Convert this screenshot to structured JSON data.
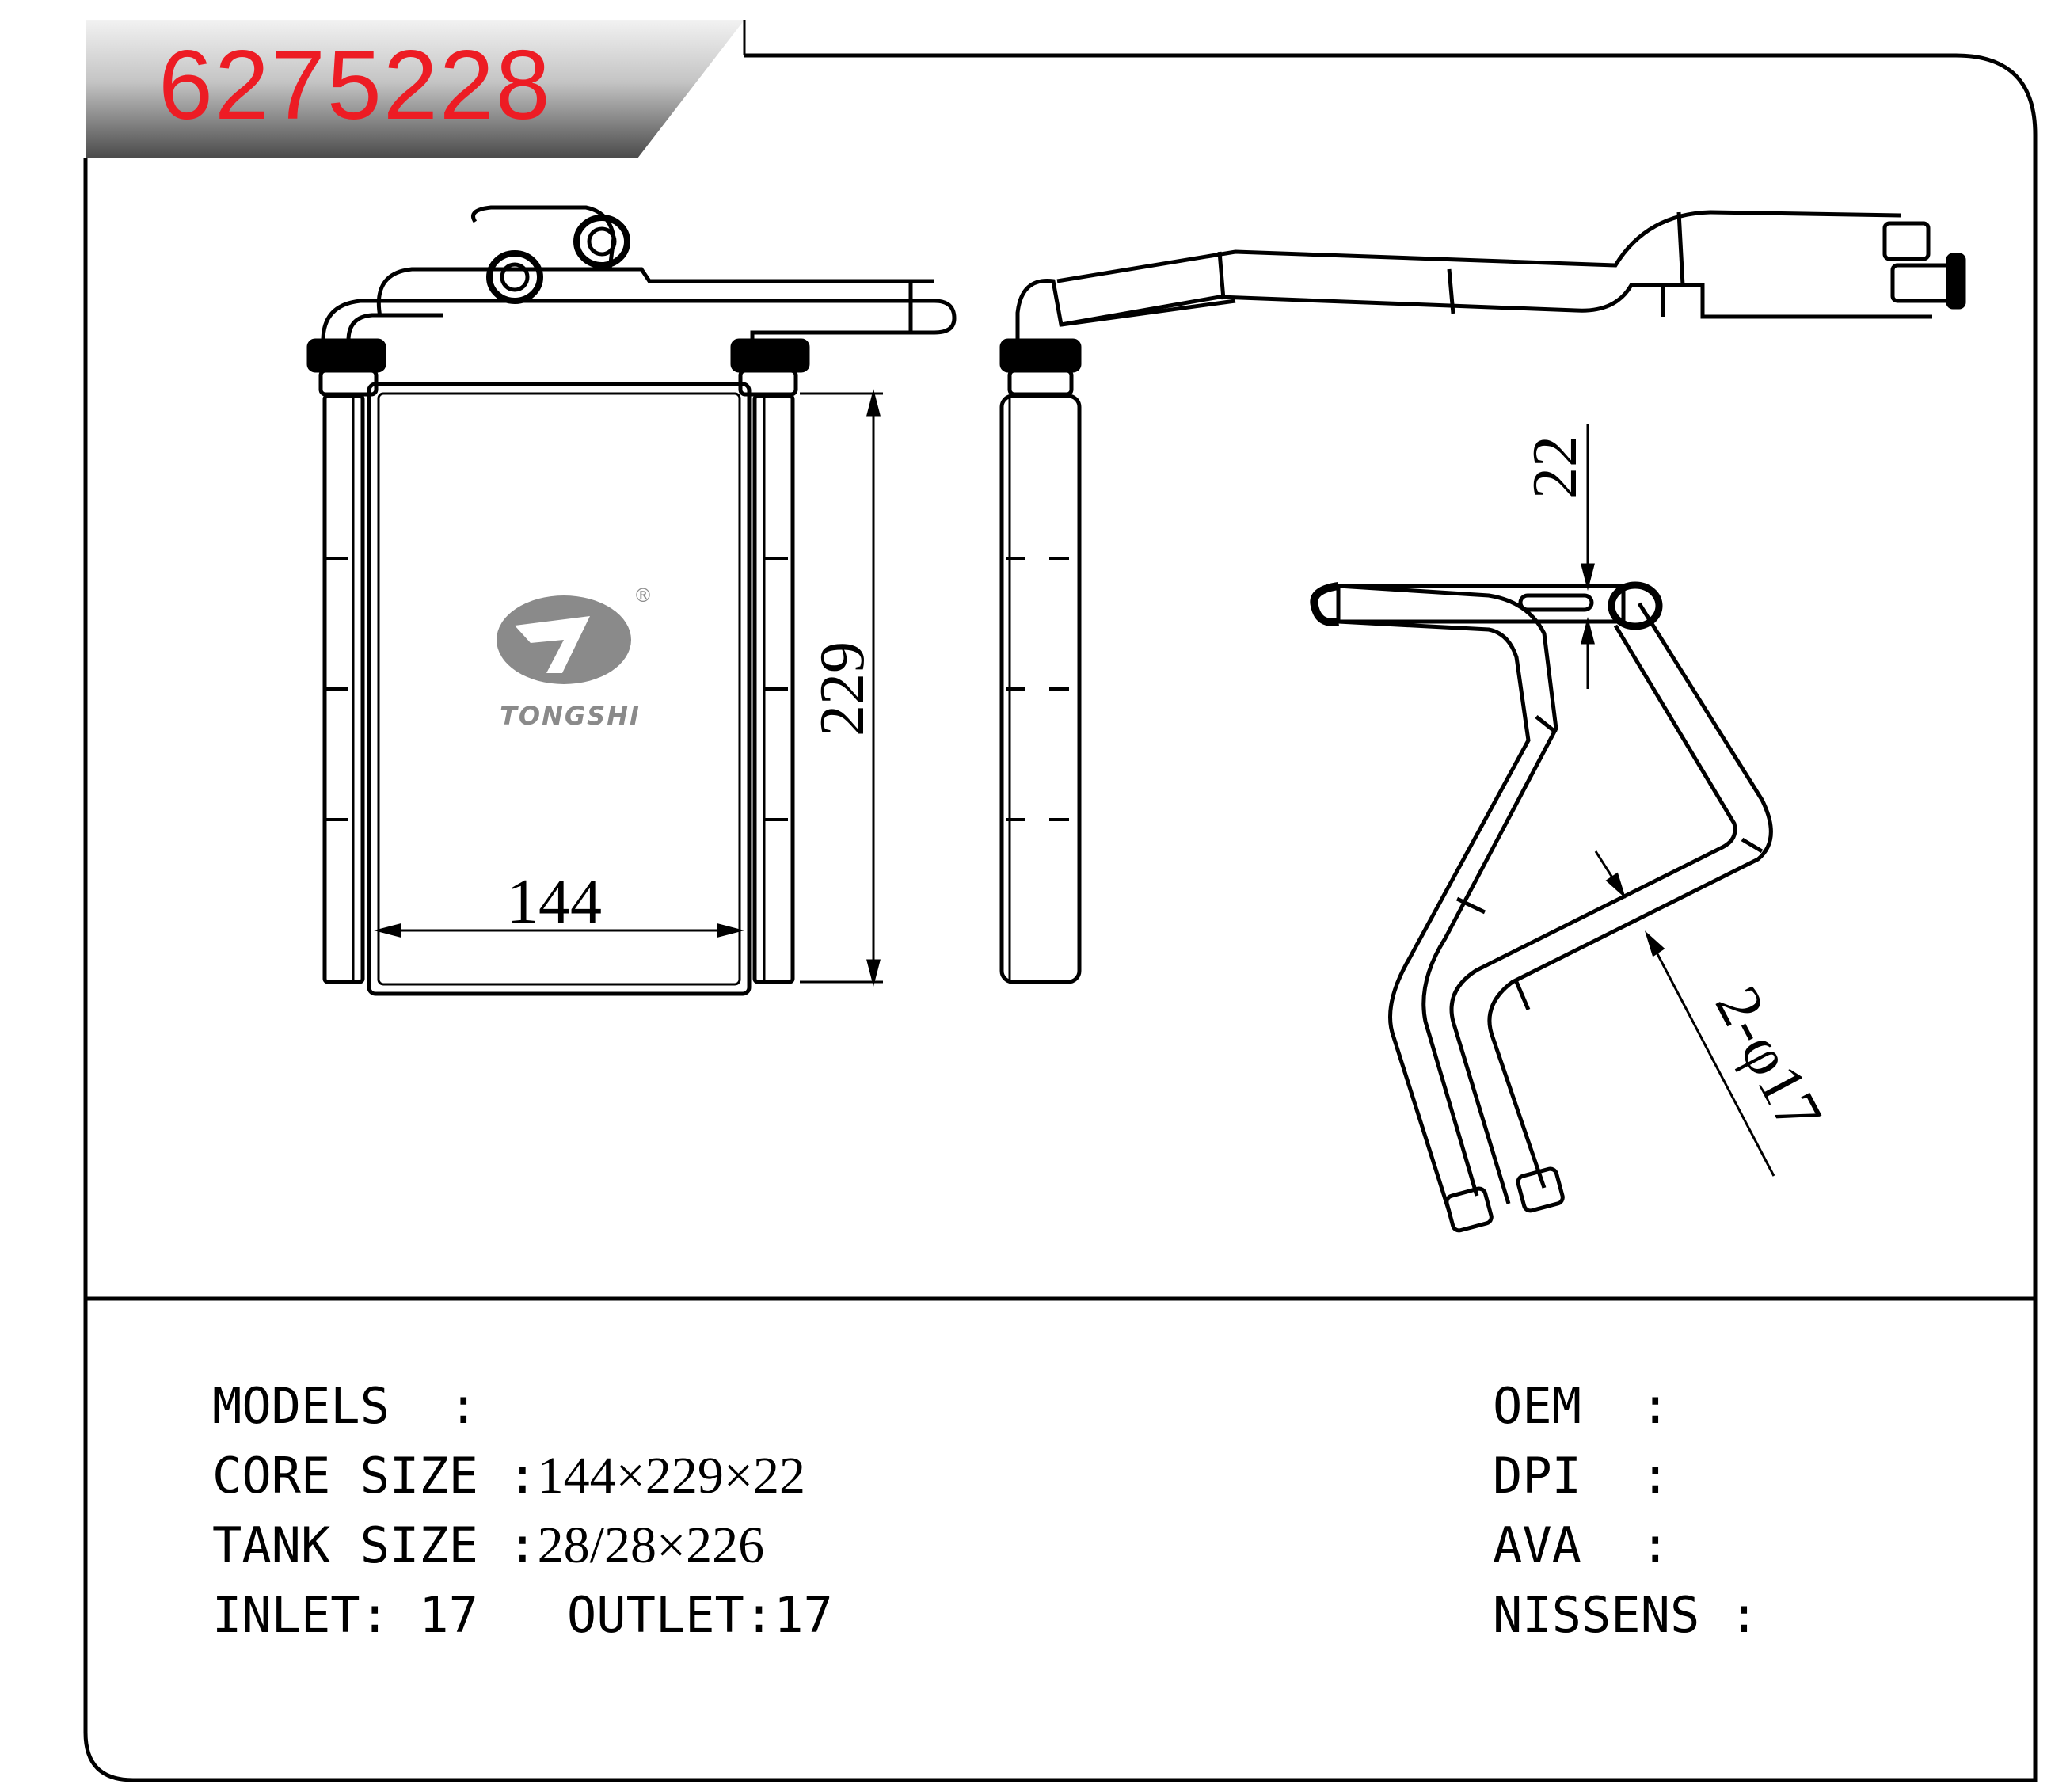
{
  "header": {
    "part_number": "6275228"
  },
  "drawing": {
    "logo": {
      "brand": "TONGSHI",
      "registered_mark": "®"
    },
    "dimensions": {
      "width": "144",
      "height": "229",
      "pipe_spacing": "22",
      "pipe_diameter": "2-φ17"
    }
  },
  "specs": {
    "left": [
      {
        "label": "MODELS  :",
        "value": ""
      },
      {
        "label": "CORE SIZE :",
        "value": "144×229×22"
      },
      {
        "label": "TANK SIZE :",
        "value": "28/28×226"
      },
      {
        "label": "INLET: 17   OUTLET:17",
        "value": ""
      }
    ],
    "right": [
      {
        "label": "OEM  :"
      },
      {
        "label": "DPI  :"
      },
      {
        "label": "AVA  :"
      },
      {
        "label": "NISSENS :"
      }
    ]
  },
  "colors": {
    "part_number": "#ed1c24",
    "outline": "#000000",
    "logo_grey": "#8a8a8a"
  }
}
